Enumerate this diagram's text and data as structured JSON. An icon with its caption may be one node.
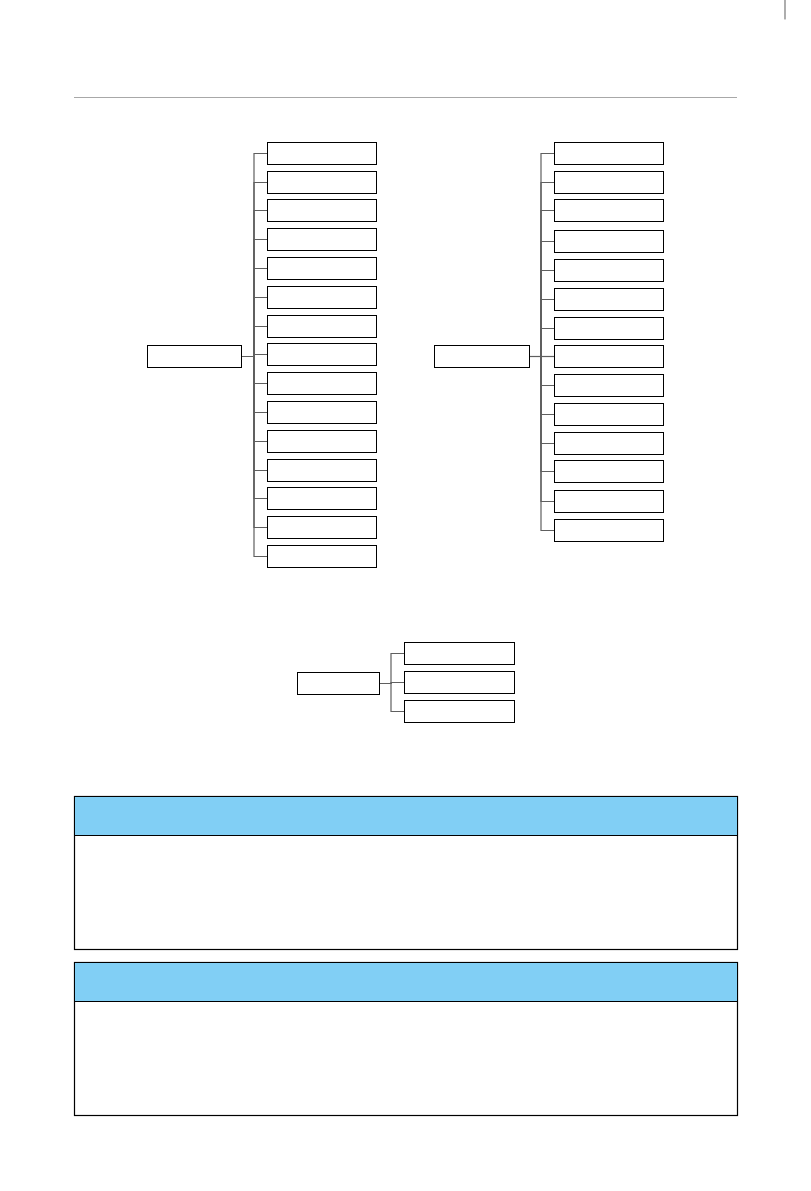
{
  "diagram": {
    "nodes": [
      {
        "text": [],
        "shape": "box"
      },
      {
        "text": [],
        "shape": "box"
      },
      {
        "text": [],
        "shape": "box"
      },
      {
        "text": [],
        "shape": "box"
      },
      {
        "text": [],
        "shape": "box"
      },
      {
        "text": [],
        "shape": "box"
      },
      {
        "text": [],
        "shape": "box"
      },
      {
        "text": [],
        "shape": "box"
      },
      {
        "text": [],
        "shape": "box"
      },
      {
        "text": [],
        "shape": "box"
      },
      {
        "text": [],
        "shape": "box"
      },
      {
        "text": [],
        "shape": "box"
      },
      {
        "text": [],
        "shape": "box"
      },
      {
        "text": [],
        "shape": "box"
      },
      {
        "text": [],
        "shape": "box"
      },
      {
        "text": [],
        "shape": "box"
      },
      {
        "text": [],
        "shape": "box"
      },
      {
        "text": [],
        "shape": "box"
      },
      {
        "text": [],
        "shape": "box"
      },
      {
        "text": [],
        "shape": "box"
      },
      {
        "text": [],
        "shape": "box"
      },
      {
        "text": [],
        "shape": "box"
      },
      {
        "text": [],
        "shape": "box"
      },
      {
        "text": [],
        "shape": "box"
      },
      {
        "text": [],
        "shape": "box"
      },
      {
        "text": [],
        "shape": "box"
      },
      {
        "text": [],
        "shape": "box"
      },
      {
        "text": [],
        "shape": "box"
      },
      {
        "text": [],
        "shape": "box"
      },
      {
        "text": [],
        "shape": "box"
      },
      {
        "text": [],
        "shape": "box"
      },
      {
        "text": [],
        "shape": "box"
      },
      {
        "text": [],
        "shape": "box"
      },
      {
        "text": [],
        "shape": "box"
      },
      {
        "text": [],
        "shape": "box"
      }
    ],
    "edges": [
      {
        "from": 0,
        "to": 1,
        "arrow": "none"
      },
      {
        "from": 0,
        "to": 2,
        "arrow": "none"
      },
      {
        "from": 0,
        "to": 3,
        "arrow": "none"
      },
      {
        "from": 0,
        "to": 4,
        "arrow": "none"
      },
      {
        "from": 0,
        "to": 5,
        "arrow": "none"
      },
      {
        "from": 0,
        "to": 6,
        "arrow": "none"
      },
      {
        "from": 0,
        "to": 7,
        "arrow": "none"
      },
      {
        "from": 0,
        "to": 8,
        "arrow": "none"
      },
      {
        "from": 0,
        "to": 9,
        "arrow": "none"
      },
      {
        "from": 0,
        "to": 10,
        "arrow": "none"
      },
      {
        "from": 0,
        "to": 11,
        "arrow": "none"
      },
      {
        "from": 0,
        "to": 12,
        "arrow": "none"
      },
      {
        "from": 0,
        "to": 13,
        "arrow": "none"
      },
      {
        "from": 0,
        "to": 14,
        "arrow": "none"
      },
      {
        "from": 0,
        "to": 15,
        "arrow": "none"
      },
      {
        "from": 16,
        "to": 17,
        "arrow": "none"
      },
      {
        "from": 16,
        "to": 18,
        "arrow": "none"
      },
      {
        "from": 16,
        "to": 19,
        "arrow": "none"
      },
      {
        "from": 16,
        "to": 20,
        "arrow": "none"
      },
      {
        "from": 16,
        "to": 21,
        "arrow": "none"
      },
      {
        "from": 16,
        "to": 22,
        "arrow": "none"
      },
      {
        "from": 16,
        "to": 23,
        "arrow": "none"
      },
      {
        "from": 16,
        "to": 24,
        "arrow": "none"
      },
      {
        "from": 16,
        "to": 25,
        "arrow": "none"
      },
      {
        "from": 16,
        "to": 26,
        "arrow": "none"
      },
      {
        "from": 16,
        "to": 27,
        "arrow": "none"
      },
      {
        "from": 16,
        "to": 28,
        "arrow": "none"
      },
      {
        "from": 16,
        "to": 29,
        "arrow": "none"
      },
      {
        "from": 16,
        "to": 30,
        "arrow": "none"
      },
      {
        "from": 31,
        "to": 32,
        "arrow": "none"
      },
      {
        "from": 31,
        "to": 33,
        "arrow": "none"
      },
      {
        "from": 31,
        "to": 34,
        "arrow": "none"
      }
    ]
  }
}
